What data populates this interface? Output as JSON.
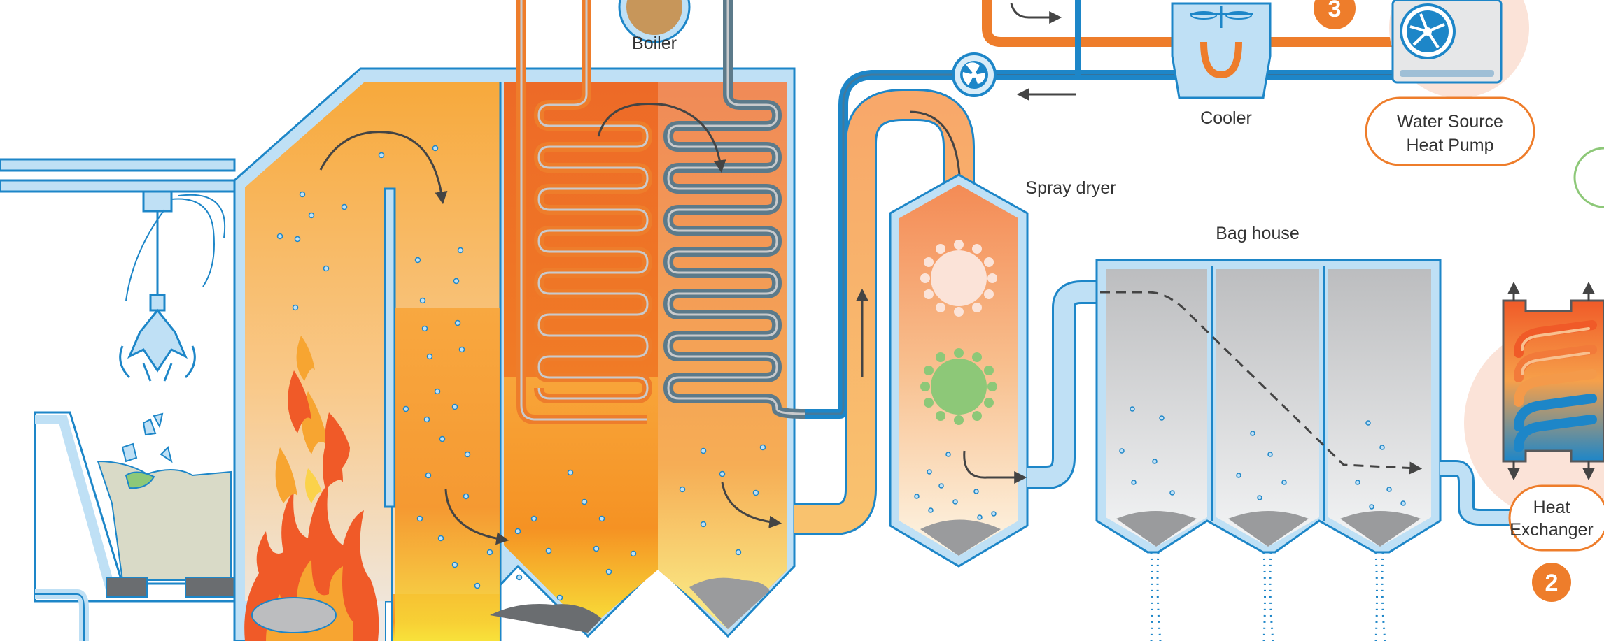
{
  "labels": {
    "boiler": "Boiler",
    "cooler": "Cooler",
    "spray_dryer": "Spray dryer",
    "bag_house": "Bag house",
    "water_source_heat_pump_line1": "Water Source",
    "water_source_heat_pump_line2": "Heat Pump",
    "heat_exchanger_line1": "Heat",
    "heat_exchanger_line2": "Exchanger"
  },
  "badges": {
    "two": "2",
    "three": "3"
  },
  "colors": {
    "steel_blue": "#1d86c8",
    "light_blue": "#bfe0f5",
    "orange": "#ee7d2b",
    "flame": "#f7a531",
    "green": "#8dc878",
    "grey": "#bcbdbf"
  }
}
